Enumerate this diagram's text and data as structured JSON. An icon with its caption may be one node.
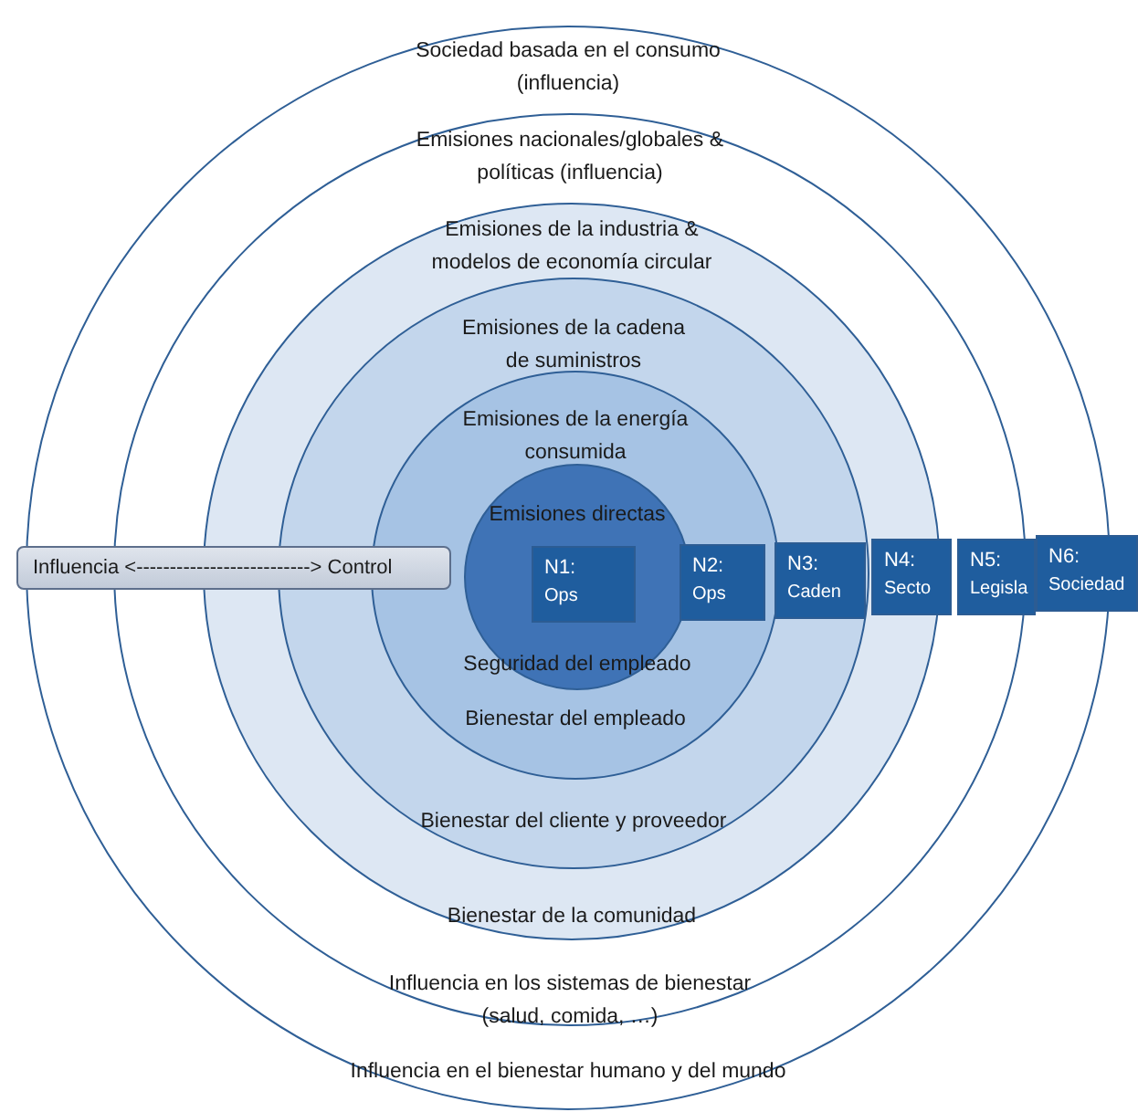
{
  "diagram": {
    "nodes": [
      {
        "text": [
          "Sociedad basada en el consumo (influencia)",
          "Influencia en el bienestar humano y del mundo"
        ]
      },
      {
        "text": [
          "Emisiones nacionales/globales & políticas (influencia)",
          "Influencia en los sistemas de bienestar (salud, comida, …)"
        ],
        "in": 0
      },
      {
        "text": [
          "Emisiones de la industria & modelos de economía circular",
          "Bienestar de la comunidad"
        ],
        "in": 1
      },
      {
        "text": [
          "Emisiones de la cadena de suministros",
          "Bienestar del cliente y proveedor"
        ],
        "in": 2
      },
      {
        "text": [
          "Emisiones de la energía consumida",
          "Bienestar del empleado"
        ],
        "in": 3
      },
      {
        "text": [
          "Emisiones directas",
          "Seguridad del empleado"
        ],
        "in": 4
      },
      {
        "text": [
          "Influencia <--------------------------> Control"
        ],
        "in": 0
      },
      {
        "text": [
          "N1:",
          "Ops"
        ],
        "in": 5
      },
      {
        "text": [
          "N2:",
          "Ops"
        ],
        "in": 4
      },
      {
        "text": [
          "N3:",
          "Caden"
        ],
        "in": 3
      },
      {
        "text": [
          "N4:",
          "Secto"
        ],
        "in": 1
      },
      {
        "text": [
          "N5:",
          "Legisla"
        ],
        "in": 1
      },
      {
        "text": [
          "N6:",
          "Sociedad"
        ]
      }
    ],
    "edges": []
  }
}
